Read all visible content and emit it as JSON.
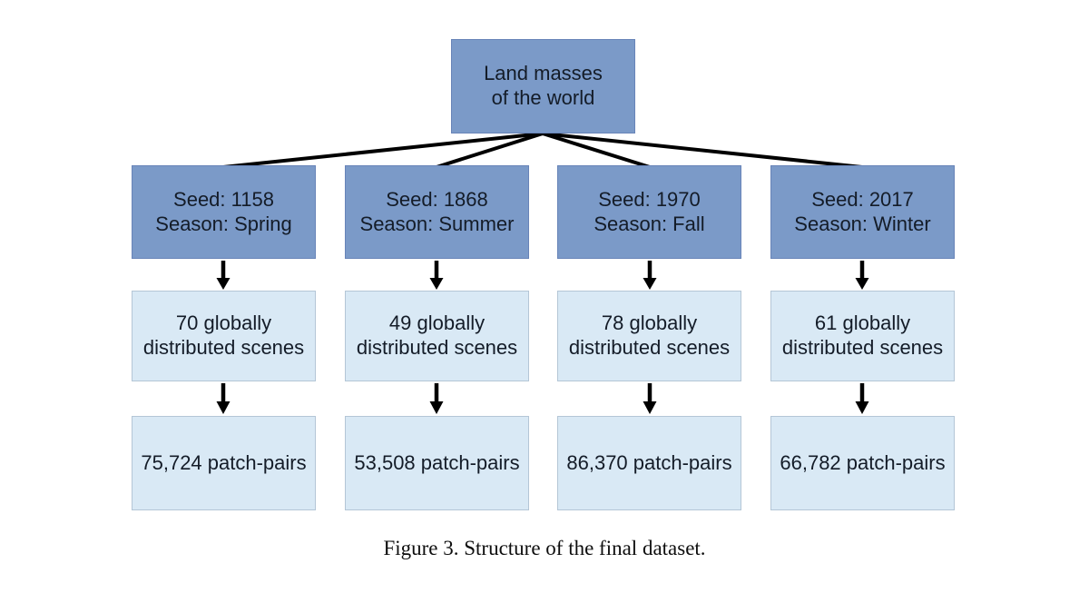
{
  "figure": {
    "caption": "Figure 3. Structure of the final dataset."
  },
  "flowchart": {
    "root": {
      "line1": "Land masses",
      "line2": "of the world"
    },
    "branches": [
      {
        "seed_label": "Seed: 1158",
        "season_label": "Season: Spring",
        "scenes_line1": "70 globally",
        "scenes_line2": "distributed scenes",
        "patch_pairs_label": "75,724 patch-pairs"
      },
      {
        "seed_label": "Seed: 1868",
        "season_label": "Season: Summer",
        "scenes_line1": "49 globally",
        "scenes_line2": "distributed scenes",
        "patch_pairs_label": "53,508 patch-pairs"
      },
      {
        "seed_label": "Seed: 1970",
        "season_label": "Season: Fall",
        "scenes_line1": "78 globally",
        "scenes_line2": "distributed scenes",
        "patch_pairs_label": "86,370 patch-pairs"
      },
      {
        "seed_label": "Seed: 2017",
        "season_label": "Season: Winter",
        "scenes_line1": "61 globally",
        "scenes_line2": "distributed scenes",
        "patch_pairs_label": "66,782 patch-pairs"
      }
    ]
  },
  "colors": {
    "branch_node_fill": "#7b9ac8",
    "branch_node_border": "#6884b8",
    "leaf_node_fill": "#d9e9f5",
    "leaf_node_border": "#b4c6d6",
    "connector": "#000000",
    "node_text": "#141c28",
    "background": "#ffffff"
  }
}
